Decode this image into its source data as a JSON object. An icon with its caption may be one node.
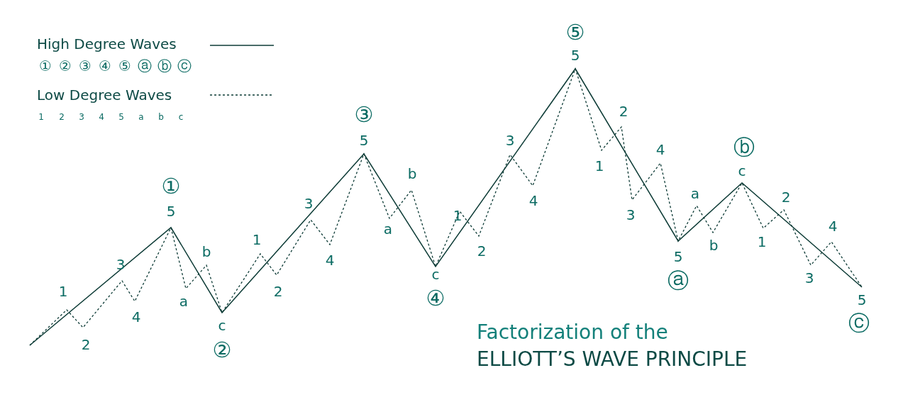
{
  "diagram": {
    "title": "Factorization of the **ELLIOTT’S WAVE PRINCIPLE**",
    "legend": [
      {
        "text": "High Degree Waves"
      },
      {
        "text": "Low Degree Waves"
      }
    ],
    "labels": [
      "①",
      "②",
      "③",
      "④",
      "⑤",
      "ⓐ",
      "ⓑ",
      "ⓒ",
      "1",
      "2",
      "3",
      "4",
      "5",
      "a",
      "b",
      "c",
      "①",
      "5",
      "1",
      "2",
      "3",
      "4",
      "a",
      "b",
      "c",
      "②",
      "1",
      "2",
      "3",
      "4",
      "③",
      "5",
      "a",
      "b",
      "c",
      "④",
      "1",
      "2",
      "3",
      "4",
      "⑤",
      "5",
      "2",
      "1",
      "4",
      "3",
      "a",
      "b",
      "5",
      "ⓐ",
      "ⓑ",
      "c",
      "2",
      "1",
      "4",
      "3",
      "5",
      "ⓒ"
    ]
  }
}
